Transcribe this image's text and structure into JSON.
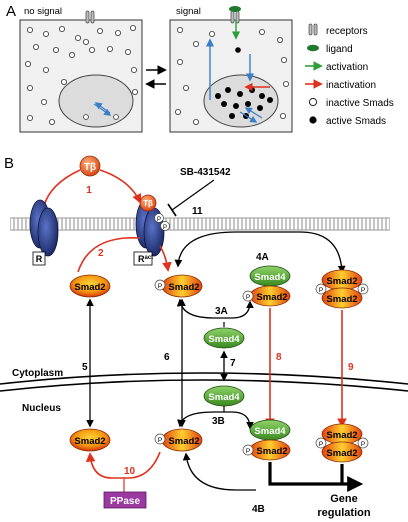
{
  "panel_a": {
    "label": "A",
    "cell_left_title": "no signal",
    "cell_right_title": "signal",
    "legend": [
      {
        "label": "receptors",
        "icon": "receptor-icon"
      },
      {
        "label": "ligand",
        "icon": "ligand-icon",
        "color": "#1f7a2e"
      },
      {
        "label": "activation",
        "icon": "green-arrow-icon",
        "color": "#2e9e3a"
      },
      {
        "label": "inactivation",
        "icon": "red-arrow-icon",
        "color": "#e0301e"
      },
      {
        "label": "inactive Smads",
        "icon": "open-circle-icon"
      },
      {
        "label": "active Smads",
        "icon": "filled-circle-icon"
      }
    ]
  },
  "panel_b": {
    "label": "B",
    "ligand": "Tβ",
    "inhibitor": "SB-431542",
    "receptor_inactive": "R",
    "receptor_active": "R",
    "receptor_active_sup": "act",
    "phospho": "P",
    "smad2": "Smad2",
    "smad4": "Smad4",
    "ppase": "PPase",
    "cytoplasm": "Cytoplasm",
    "nucleus": "Nucleus",
    "gene_regulation_1": "Gene",
    "gene_regulation_2": "regulation",
    "steps": {
      "s1": "1",
      "s2": "2",
      "s3a": "3A",
      "s3b": "3B",
      "s4a": "4A",
      "s4b": "4B",
      "s5": "5",
      "s6": "6",
      "s7": "7",
      "s8": "8",
      "s9": "9",
      "s10": "10",
      "s11": "11"
    },
    "colors": {
      "red": "#e0301e",
      "receptor_blue": "#1f2f7a",
      "smad2_orange": "#f08a10",
      "smad4_green": "#4a9a2e",
      "ppase_purple": "#9a3aa0"
    }
  }
}
